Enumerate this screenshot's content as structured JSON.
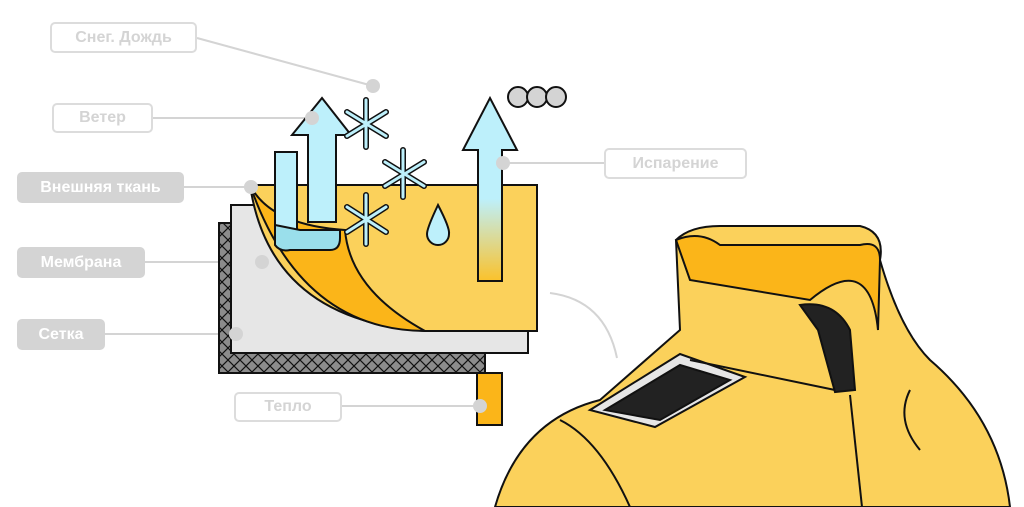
{
  "labels": {
    "snow_rain": "Снег. Дождь",
    "wind": "Ветер",
    "outer_fabric": "Внешняя ткань",
    "membrane": "Мембрана",
    "mesh": "Сетка",
    "heat": "Тепло",
    "evaporation": "Испарение"
  },
  "colors": {
    "yellow": "#fbd15b",
    "orange": "#fbb519",
    "light_blue": "#bdf0fb",
    "gray_label": "#d4d4d4",
    "membrane_gray": "#e6e6e6",
    "mesh_gray": "#8c8c8c"
  }
}
